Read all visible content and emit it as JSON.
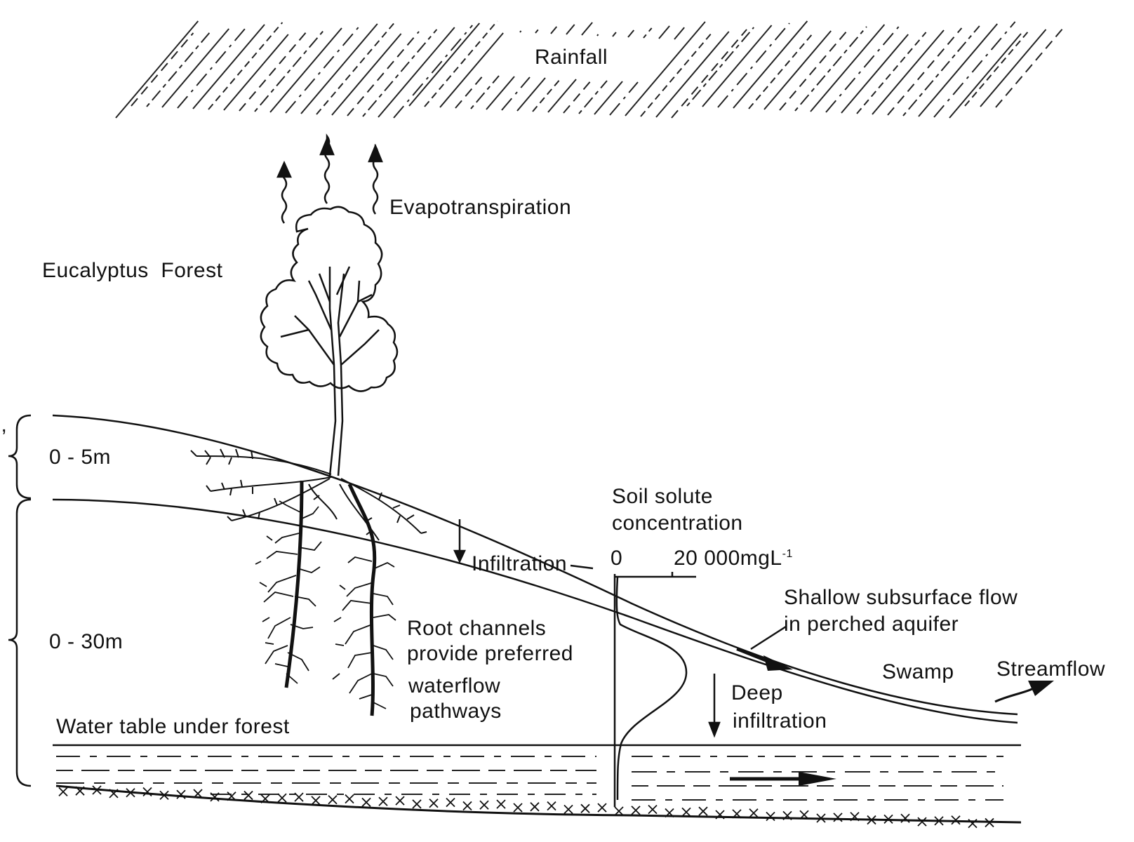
{
  "labels": {
    "rainfall": "Rainfall",
    "evapotranspiration": "Evapotranspiration",
    "forest": "Eucalyptus  Forest",
    "top_layer_depth": "0 - 5m",
    "lower_layer_depth": "0 - 30m",
    "left_cut": "s,",
    "infiltration": "Infiltration",
    "solute_line1": "Soil solute",
    "solute_line2": "concentration",
    "solute_axis_min": "0",
    "solute_axis_max": "20 000mgL",
    "solute_axis_exp": "-1",
    "shallow_line1": "Shallow subsurface flow",
    "shallow_line2": "in perched aquifer",
    "swamp": "Swamp",
    "streamflow": "Streamflow",
    "root_line1": "Root channels",
    "root_line2": "provide preferred",
    "root_line3": "waterflow",
    "root_line4": "pathways",
    "deep_line1": "Deep",
    "deep_line2": "infiltration",
    "water_table": "Water table under forest"
  },
  "colors": {
    "ink": "#111111",
    "background": "#ffffff"
  }
}
